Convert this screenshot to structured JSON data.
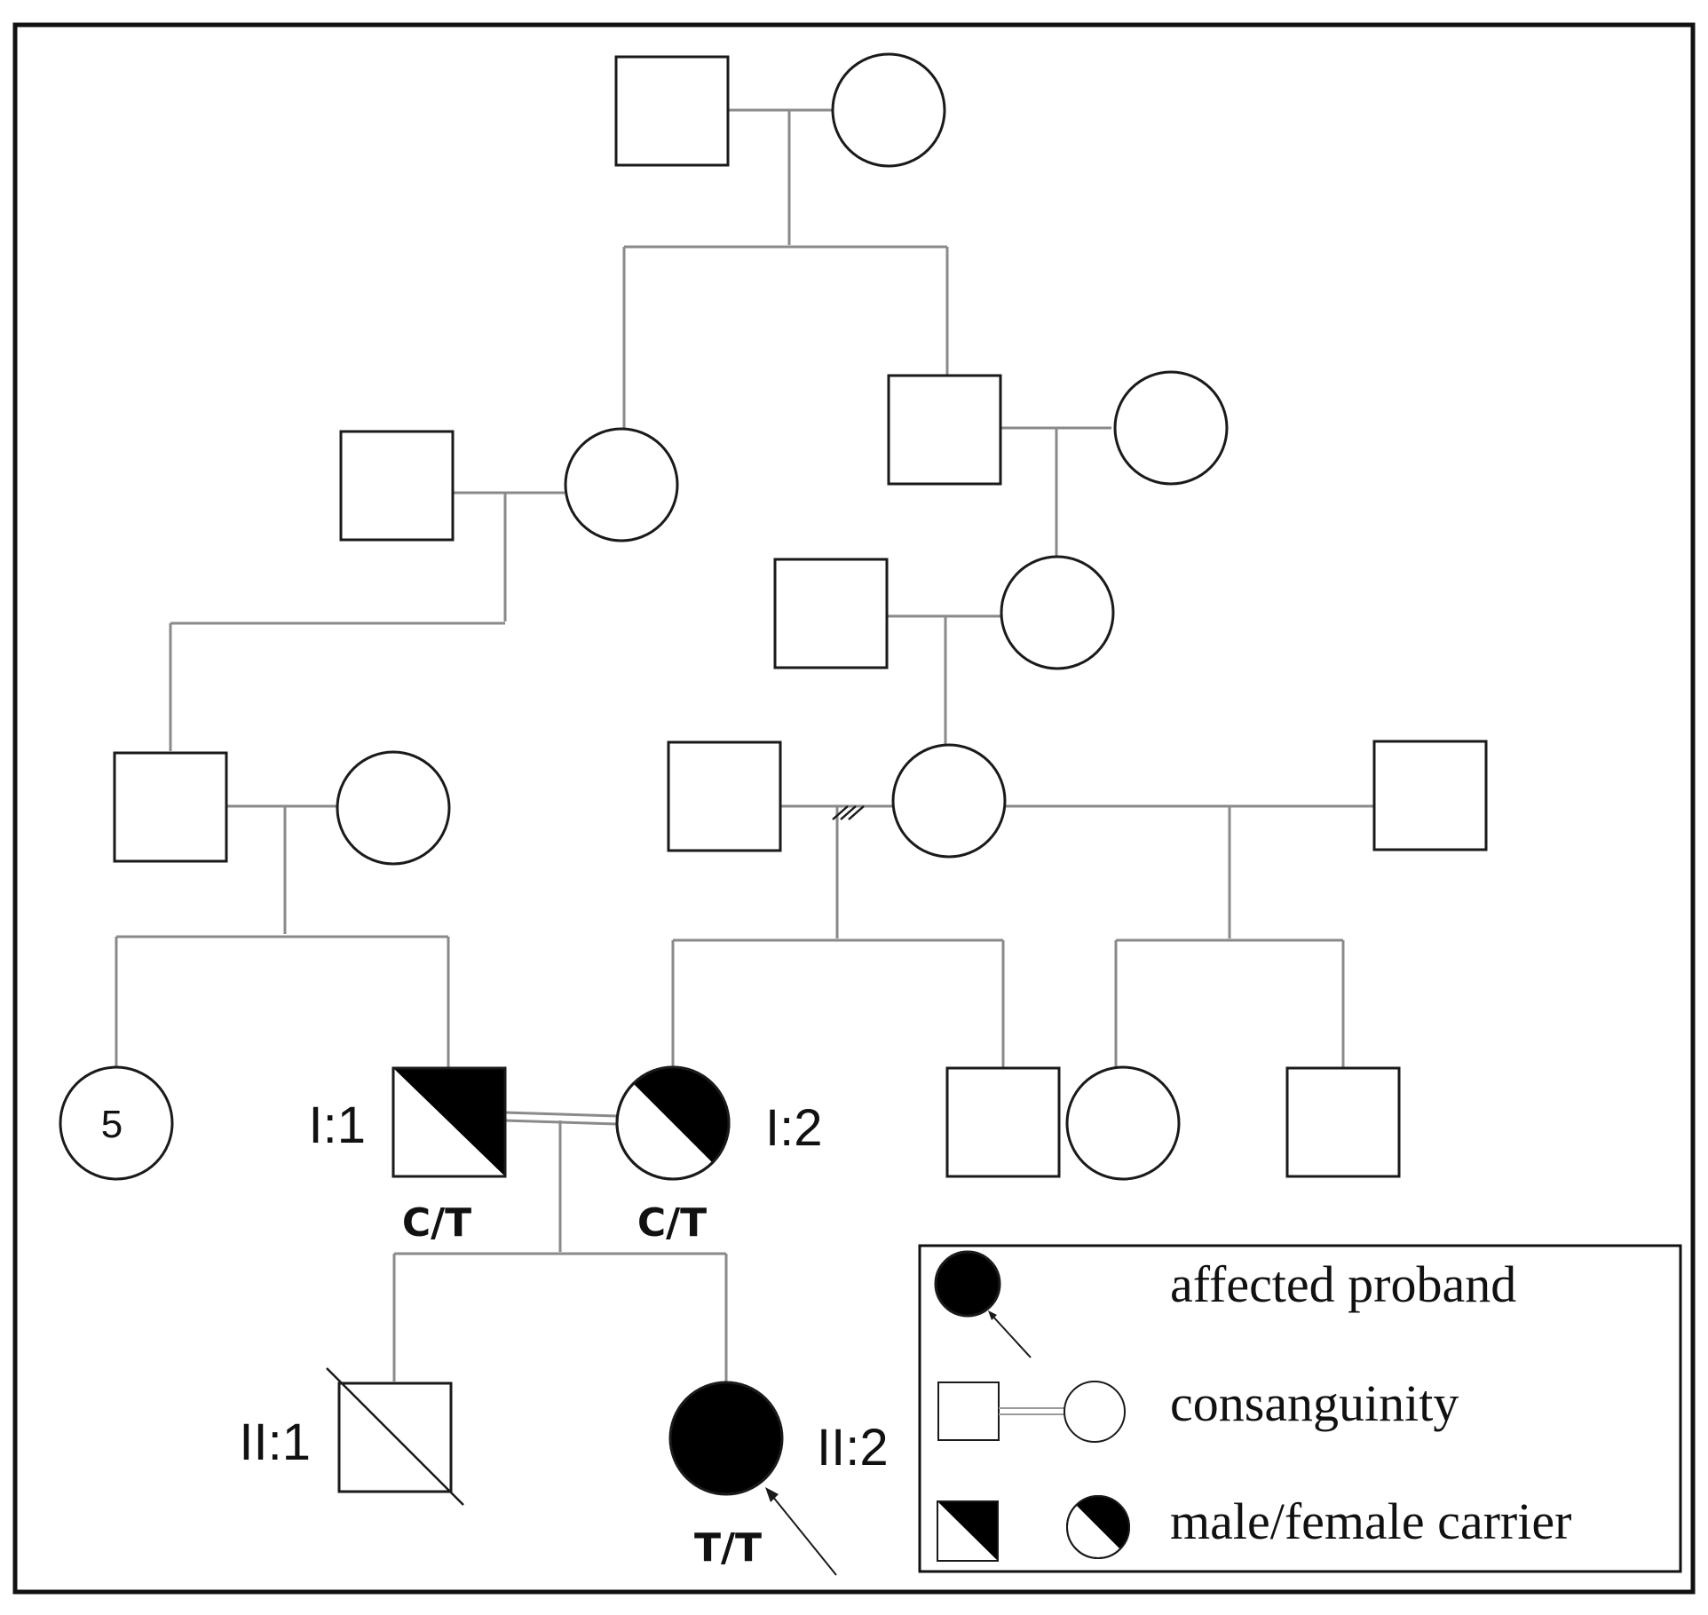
{
  "individuals": {
    "sibling_group_count": "5",
    "I1": {
      "id": "I:1",
      "genotype": "C/T"
    },
    "I2": {
      "id": "I:2",
      "genotype": "C/T"
    },
    "II1": {
      "id": "II:1"
    },
    "II2": {
      "id": "II:2",
      "genotype": "T/T"
    }
  },
  "legend": {
    "affected_proband": "affected proband",
    "consanguinity": "consanguinity",
    "carrier": "male/female carrier"
  }
}
